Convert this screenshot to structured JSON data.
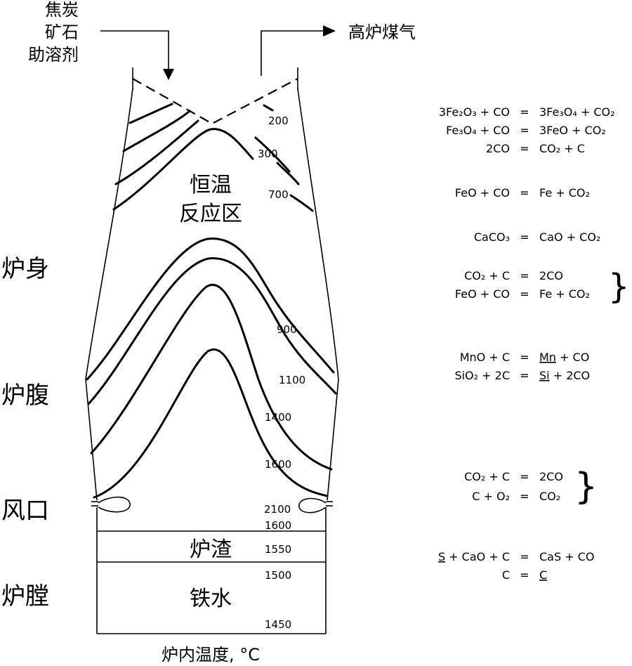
{
  "feed": {
    "line1": "焦炭",
    "line2": "矿石",
    "line3": "助溶剂"
  },
  "exhaust_label": "高炉煤气",
  "zones": {
    "shaft": "炉身",
    "belly": "炉腹",
    "tuyere": "风口",
    "hearth": "炉膛"
  },
  "inner": {
    "isothermal_line1": "恒温",
    "isothermal_line2": "反应区",
    "slag": "炉渣",
    "iron": "铁水"
  },
  "temps": {
    "t200": "200",
    "t300": "300",
    "t700": "700",
    "t900": "900",
    "t1100": "1100",
    "t1400": "1400",
    "t1600a": "1600",
    "t2100": "2100",
    "t1600b": "1600",
    "t1550": "1550",
    "t1500": "1500",
    "t1450": "1450"
  },
  "axis_label": "炉内温度, °C",
  "reactions": [
    {
      "left": "3Fe₂O₃ + CO",
      "eq": "=",
      "right": "3Fe₃O₄ + CO₂"
    },
    {
      "left": "Fe₃O₄ + CO",
      "eq": "=",
      "right": "3FeO + CO₂"
    },
    {
      "left": "2CO",
      "eq": "=",
      "right": "CO₂ + C"
    },
    {
      "left": "FeO + CO",
      "eq": "=",
      "right": "Fe + CO₂"
    },
    {
      "left": "CaCO₃",
      "eq": "=",
      "right": "CaO + CO₂"
    },
    {
      "left": "CO₂ + C",
      "eq": "=",
      "right": "2CO"
    },
    {
      "left": "FeO + CO",
      "eq": "=",
      "right": "Fe + CO₂"
    },
    {
      "left": "MnO + C",
      "eq": "=",
      "right_u": "Mn",
      "right_rest": " + CO"
    },
    {
      "left": "SiO₂ + 2C",
      "eq": "=",
      "right_u": "Si",
      "right_rest": " + 2CO"
    },
    {
      "left": "CO₂ + C",
      "eq": "=",
      "right": "2CO"
    },
    {
      "left": "C + O₂",
      "eq": "=",
      "right": "CO₂"
    },
    {
      "left_u": "S",
      "left_rest": " + CaO + C",
      "eq": "=",
      "right": "CaS + CO"
    },
    {
      "left": "C",
      "eq": "=",
      "right_u": "C",
      "right_rest": ""
    }
  ]
}
